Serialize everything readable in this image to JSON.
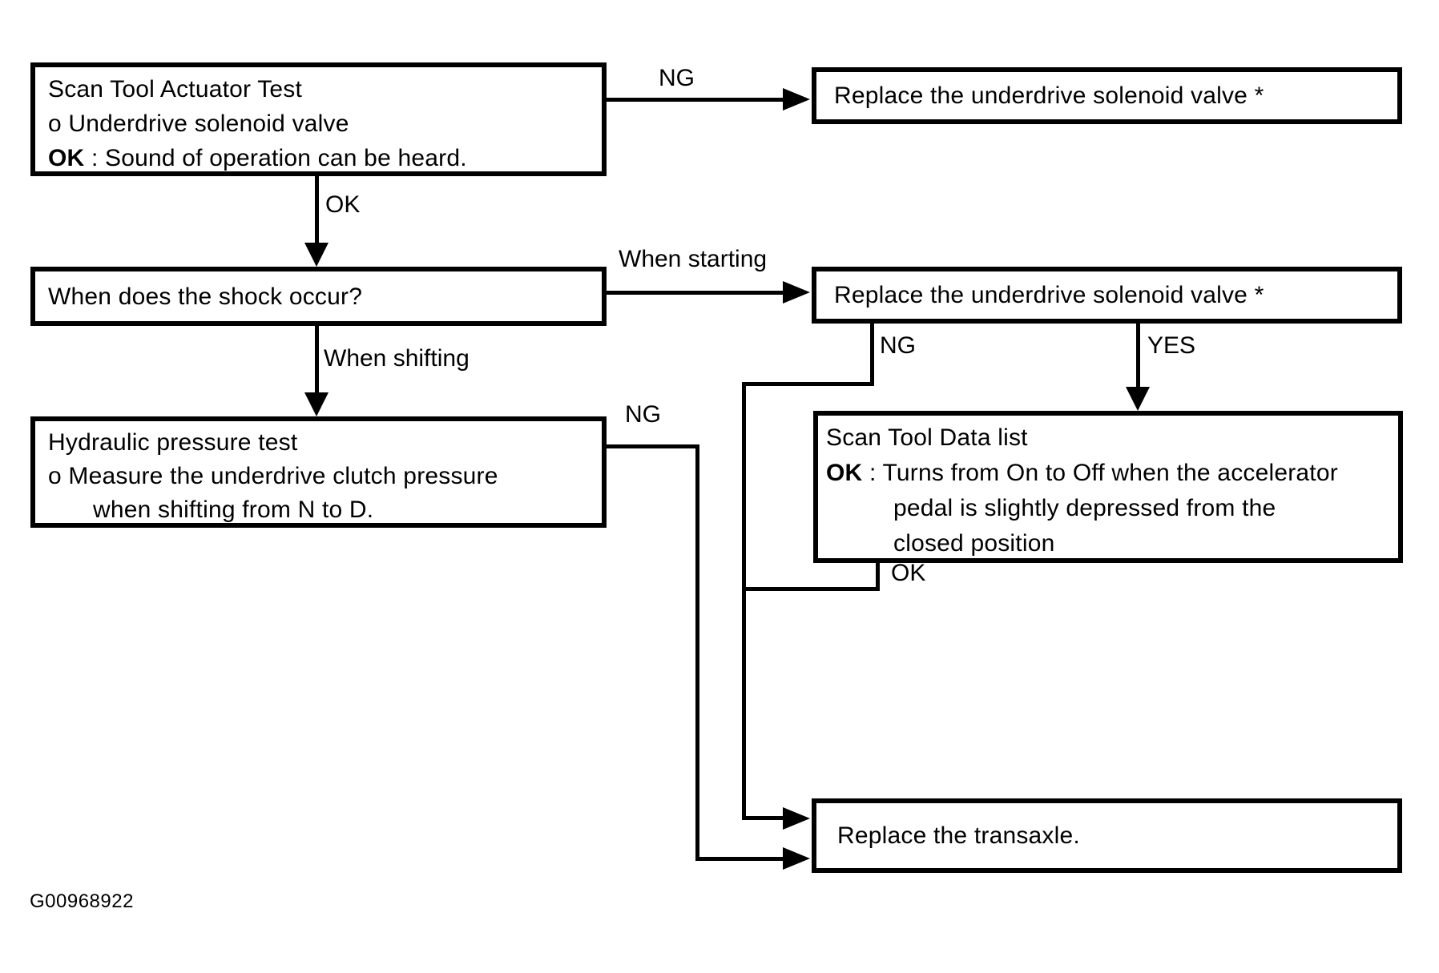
{
  "figure_code": "G00968922",
  "colors": {
    "ink": "#000000",
    "background": "#ffffff"
  },
  "boxes": {
    "actuator_test": {
      "lines": [
        {
          "text": "Scan Tool Actuator Test"
        },
        {
          "text": "o Underdrive solenoid valve"
        },
        {
          "prefix": "OK",
          "text": " : Sound of operation can be heard."
        }
      ]
    },
    "replace_solenoid_top": {
      "lines": [
        {
          "text": "Replace the underdrive solenoid valve *"
        }
      ]
    },
    "shock_occur": {
      "lines": [
        {
          "text": "When does the shock occur?"
        }
      ]
    },
    "replace_solenoid_mid": {
      "lines": [
        {
          "text": "Replace the underdrive solenoid valve *"
        }
      ]
    },
    "data_list": {
      "lines": [
        {
          "text": "Scan Tool Data list"
        },
        {
          "prefix": "OK",
          "text": " : Turns from On to Off when the accelerator"
        },
        {
          "text": "pedal is slightly depressed from the"
        },
        {
          "text": "closed position"
        }
      ]
    },
    "hydraulic_test": {
      "lines": [
        {
          "text": "Hydraulic pressure test"
        },
        {
          "text": "o Measure the underdrive clutch pressure"
        },
        {
          "text": "when shifting from N to D."
        }
      ]
    },
    "replace_transaxle": {
      "lines": [
        {
          "text": "Replace the transaxle."
        }
      ]
    }
  },
  "edge_labels": {
    "ng_actuator": "NG",
    "ok_actuator": "OK",
    "when_starting": "When starting",
    "when_shifting": "When shifting",
    "ng_solenoid": "NG",
    "yes_solenoid": "YES",
    "ok_data_list": "OK",
    "ng_hydraulic": "NG"
  }
}
